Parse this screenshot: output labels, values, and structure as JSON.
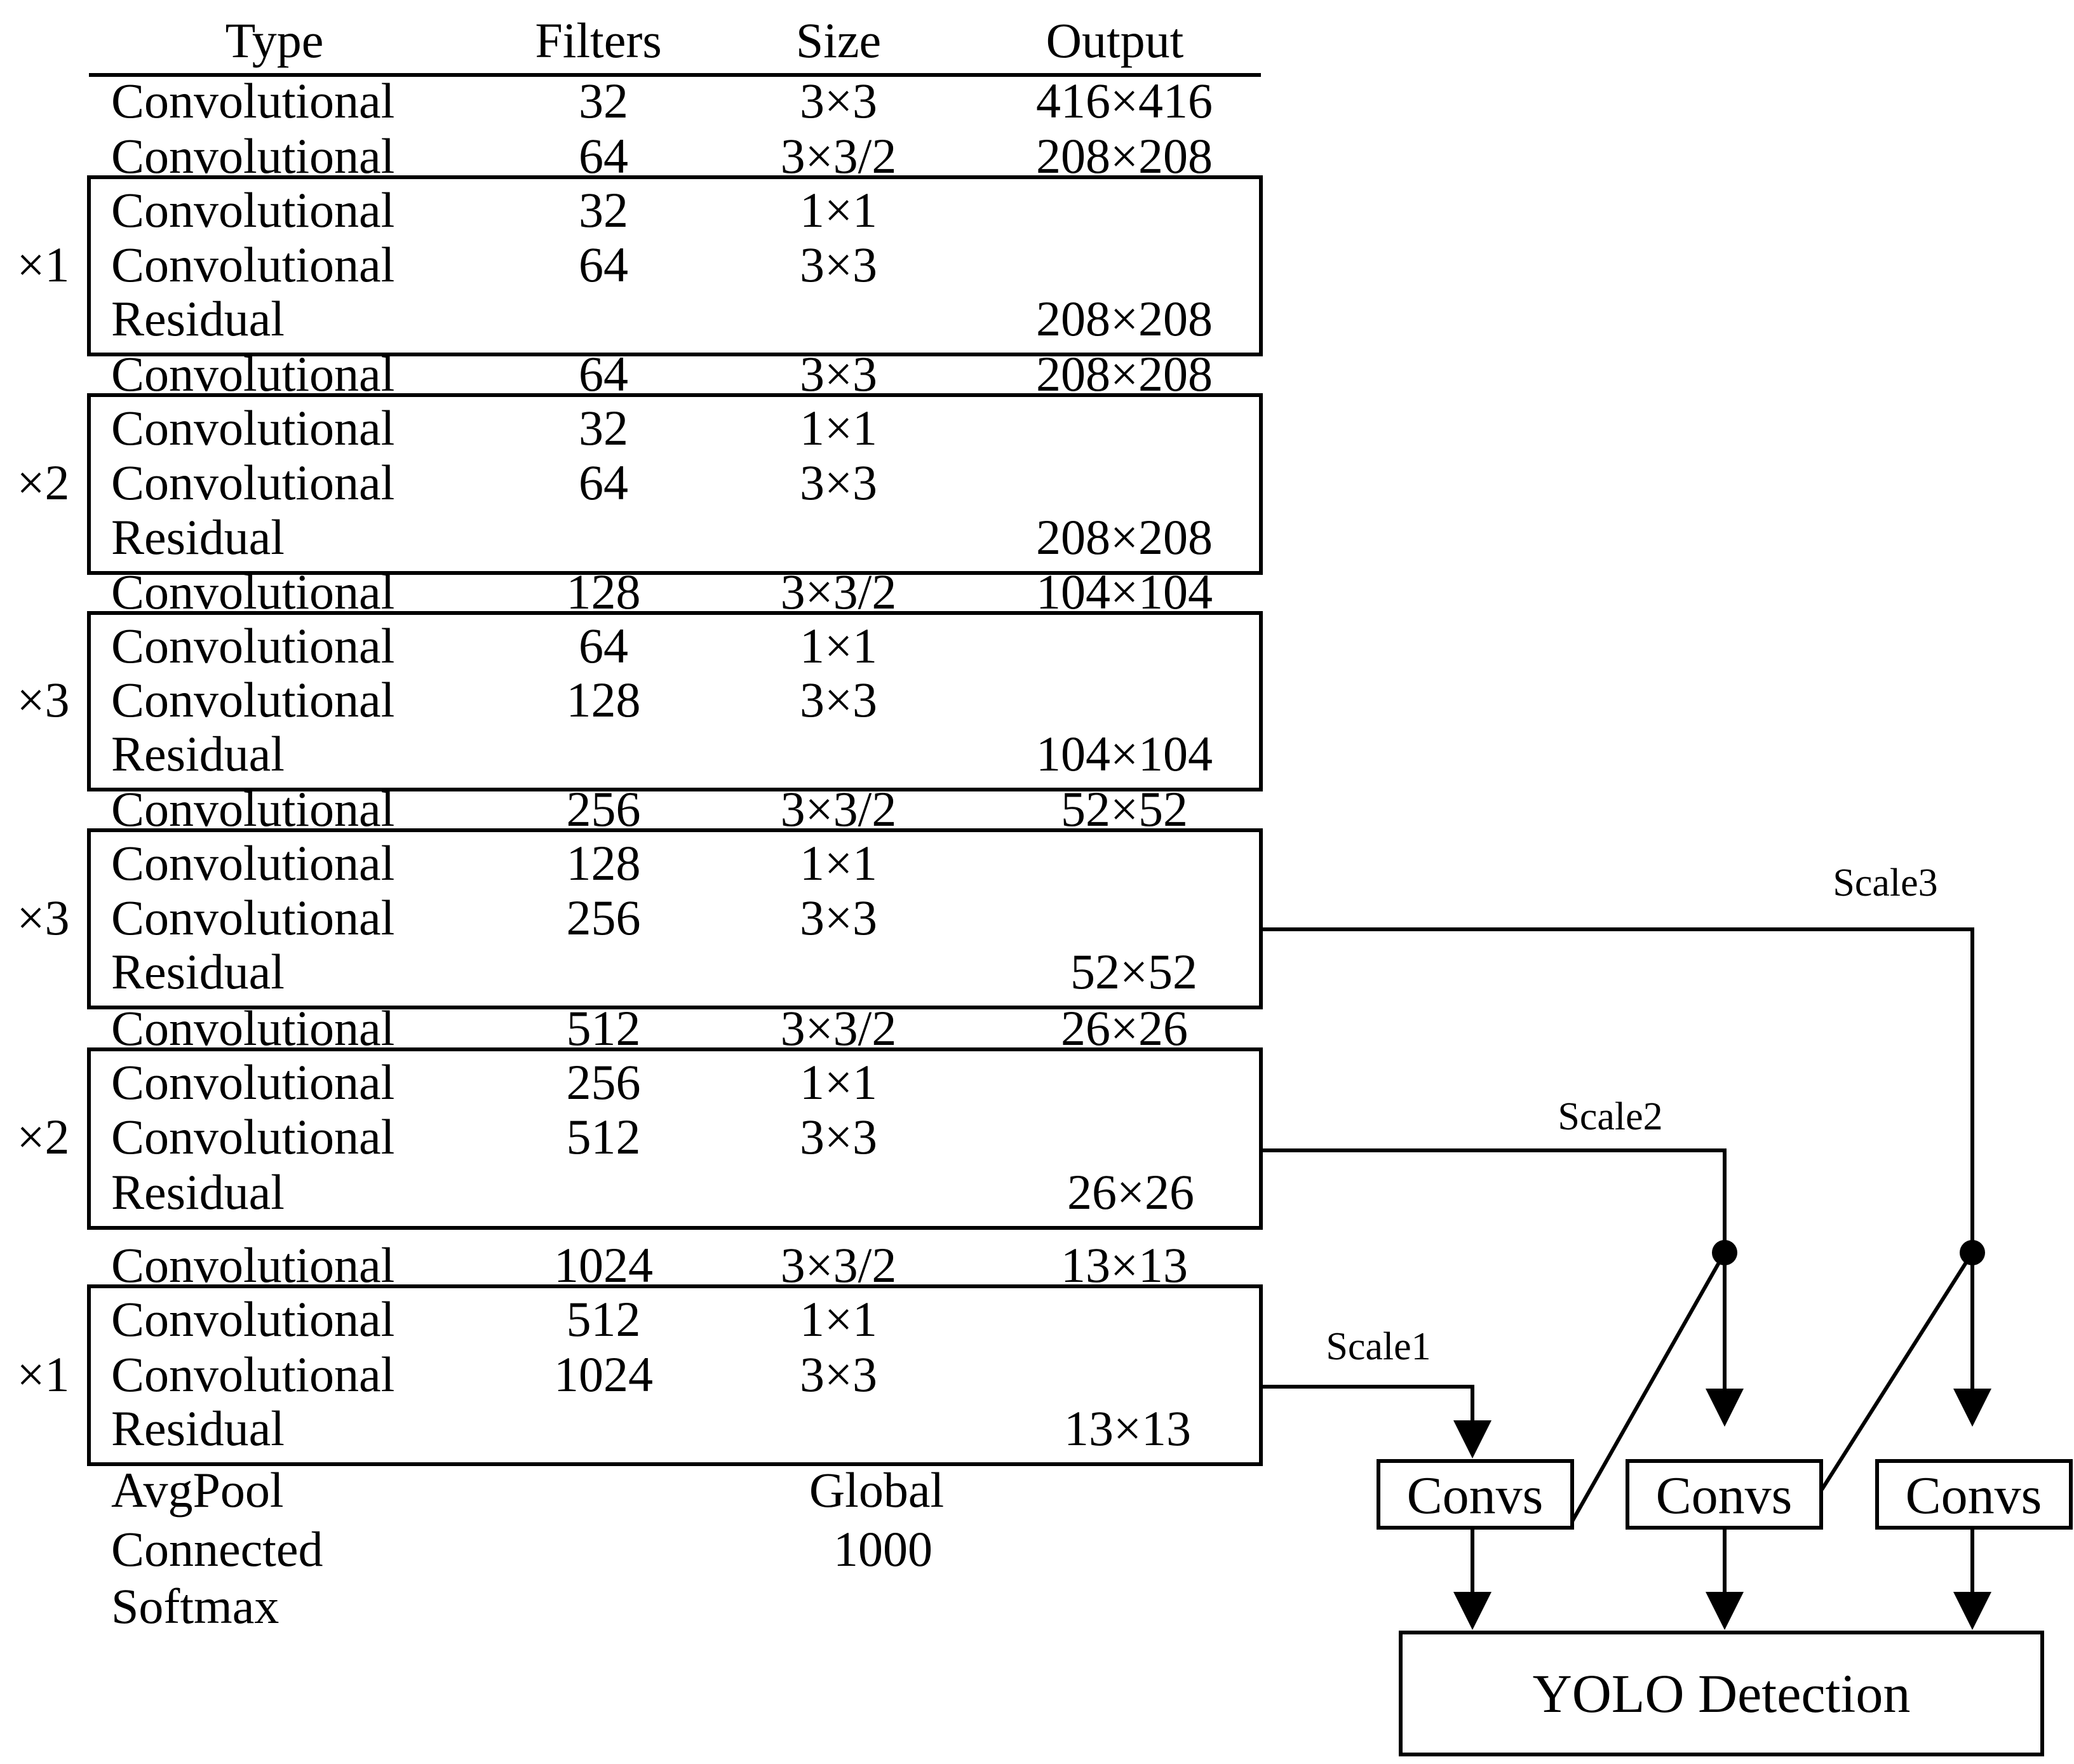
{
  "table": {
    "headers": {
      "type": "Type",
      "filters": "Filters",
      "size": "Size",
      "output": "Output"
    },
    "rows": [
      {
        "type": "Convolutional",
        "filters": "32",
        "size": "3×3",
        "output": "416×416"
      },
      {
        "type": "Convolutional",
        "filters": "64",
        "size": "3×3/2",
        "output": "208×208"
      },
      {
        "type": "Convolutional",
        "filters": "32",
        "size": "1×1",
        "output": ""
      },
      {
        "type": "Convolutional",
        "filters": "64",
        "size": "3×3",
        "output": ""
      },
      {
        "type": "Residual",
        "filters": "",
        "size": "",
        "output": "208×208"
      },
      {
        "type": "Convolutional",
        "filters": "64",
        "size": "3×3",
        "output": "208×208"
      },
      {
        "type": "Convolutional",
        "filters": "32",
        "size": "1×1",
        "output": ""
      },
      {
        "type": "Convolutional",
        "filters": "64",
        "size": "3×3",
        "output": ""
      },
      {
        "type": "Residual",
        "filters": "",
        "size": "",
        "output": "208×208"
      },
      {
        "type": "Convolutional",
        "filters": "128",
        "size": "3×3/2",
        "output": "104×104"
      },
      {
        "type": "Convolutional",
        "filters": "64",
        "size": "1×1",
        "output": ""
      },
      {
        "type": "Convolutional",
        "filters": "128",
        "size": "3×3",
        "output": ""
      },
      {
        "type": "Residual",
        "filters": "",
        "size": "",
        "output": "104×104"
      },
      {
        "type": "Convolutional",
        "filters": "256",
        "size": "3×3/2",
        "output": "52×52"
      },
      {
        "type": "Convolutional",
        "filters": "128",
        "size": "1×1",
        "output": ""
      },
      {
        "type": "Convolutional",
        "filters": "256",
        "size": "3×3",
        "output": ""
      },
      {
        "type": "Residual",
        "filters": "",
        "size": "",
        "output": "52×52"
      },
      {
        "type": "Convolutional",
        "filters": "512",
        "size": "3×3/2",
        "output": "26×26"
      },
      {
        "type": "Convolutional",
        "filters": "256",
        "size": "1×1",
        "output": ""
      },
      {
        "type": "Convolutional",
        "filters": "512",
        "size": "3×3",
        "output": ""
      },
      {
        "type": "Residual",
        "filters": "",
        "size": "",
        "output": "26×26"
      },
      {
        "type": "Convolutional",
        "filters": "1024",
        "size": "3×3/2",
        "output": "13×13"
      },
      {
        "type": "Convolutional",
        "filters": "512",
        "size": "1×1",
        "output": ""
      },
      {
        "type": "Convolutional",
        "filters": "1024",
        "size": "3×3",
        "output": ""
      },
      {
        "type": "Residual",
        "filters": "",
        "size": "",
        "output": "13×13"
      },
      {
        "type": "AvgPool",
        "filters": "",
        "size": "Global",
        "output": ""
      },
      {
        "type": "Connected",
        "filters": "",
        "size": "1000",
        "output": ""
      },
      {
        "type": "Softmax",
        "filters": "",
        "size": "",
        "output": ""
      }
    ],
    "blocks": [
      {
        "multiplier": "×1",
        "first_row": 2,
        "last_row": 4
      },
      {
        "multiplier": "×2",
        "first_row": 6,
        "last_row": 8
      },
      {
        "multiplier": "×3",
        "first_row": 10,
        "last_row": 12
      },
      {
        "multiplier": "×3",
        "first_row": 14,
        "last_row": 16
      },
      {
        "multiplier": "×2",
        "first_row": 18,
        "last_row": 20
      },
      {
        "multiplier": "×1",
        "first_row": 22,
        "last_row": 24
      }
    ]
  },
  "detection": {
    "scales": [
      "Scale1",
      "Scale2",
      "Scale3"
    ],
    "convs_label": "Convs",
    "output_label": "YOLO Detection"
  }
}
